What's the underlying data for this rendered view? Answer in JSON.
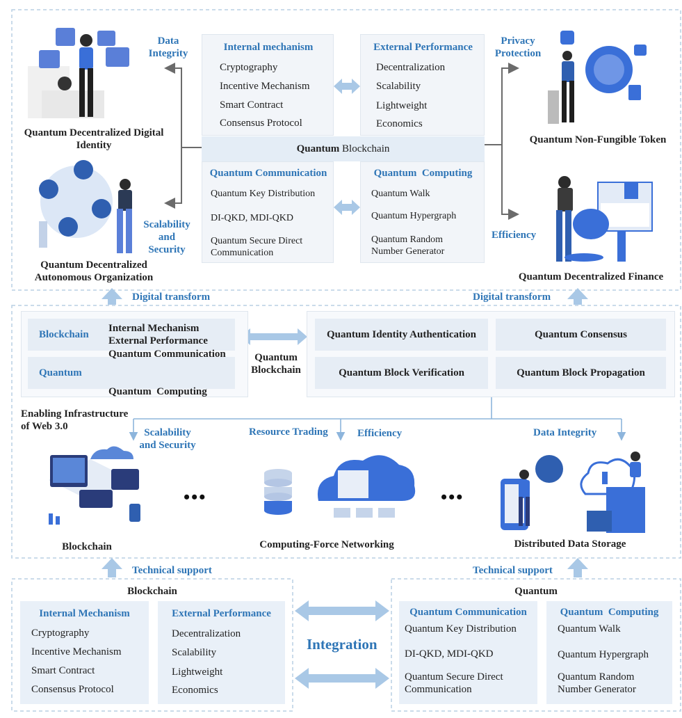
{
  "top": {
    "internal": {
      "title": "Internal mechanism",
      "items": [
        "Cryptography",
        "Incentive Mechanism",
        "Smart Contract",
        "Consensus Protocol"
      ]
    },
    "external": {
      "title": "External Performance",
      "items": [
        "Decentralization",
        "Scalability",
        "Lightweight",
        "Economics"
      ]
    },
    "bar_prefix": "Quantum",
    "bar_suffix": "Blockchain",
    "comm": {
      "title": "Quantum Communication",
      "items": [
        "Quantum Key Distribution",
        "DI-QKD, MDI-QKD",
        "Quantum Secure Direct Communication"
      ]
    },
    "comp": {
      "title": "Quantum  Computing",
      "items": [
        "Quantum Walk",
        "Quantum Hypergraph",
        "Quantum Random Number Generator"
      ]
    },
    "labels": {
      "data_integrity": "Data Integrity",
      "privacy": "Privacy Protection",
      "scal_sec": "Scalability and Security",
      "efficiency": "Efficiency"
    },
    "apps": {
      "did": "Quantum Decentralized Digital Identity",
      "dao": "Quantum Decentralized Autonomous Organization",
      "nft": "Quantum Non-Fungible Token",
      "defi": "Quantum Decentralized Finance"
    }
  },
  "digital_transform": "Digital transform",
  "middle": {
    "blockchain_label": "Blockchain",
    "blockchain_items": [
      "Internal Mechanism",
      "External Performance"
    ],
    "quantum_label": "Quantum",
    "quantum_items": [
      "Quantum Communication",
      "Quantum  Computing"
    ],
    "center_label": "Quantum Blockchain",
    "boxes": [
      "Quantum Identity Authentication",
      "Quantum Consensus",
      "Quantum Block Verification",
      "Quantum Block Propagation"
    ],
    "enabling": "Enabling Infrastructure of Web 3.0",
    "links": {
      "scal_sec": "Scalability and Security",
      "resource": "Resource Trading",
      "efficiency": "Efficiency",
      "data_integrity": "Data Integrity"
    },
    "infra": [
      "Blockchain",
      "Computing-Force Networking",
      "Distributed Data Storage"
    ],
    "dots": "•••"
  },
  "technical_support": "Technical support",
  "bottom": {
    "blockchain": {
      "title": "Blockchain",
      "internal": {
        "title": "Internal Mechanism",
        "items": [
          "Cryptography",
          "Incentive Mechanism",
          "Smart Contract",
          "Consensus Protocol"
        ]
      },
      "external": {
        "title": "External Performance",
        "items": [
          "Decentralization",
          "Scalability",
          "Lightweight",
          "Economics"
        ]
      }
    },
    "integration": "Integration",
    "quantum": {
      "title": "Quantum",
      "comm": {
        "title": "Quantum Communication",
        "items": [
          "Quantum Key Distribution",
          "DI-QKD, MDI-QKD",
          "Quantum Secure Direct Communication"
        ]
      },
      "comp": {
        "title": "Quantum  Computing",
        "items": [
          "Quantum Walk",
          "Quantum Hypergraph",
          "Quantum Random Number Generator"
        ]
      }
    }
  },
  "colors": {
    "accent": "#2e75b6",
    "arrow": "#9fc3e3",
    "panel": "#eef3f9",
    "border": "#b9cfe4"
  }
}
